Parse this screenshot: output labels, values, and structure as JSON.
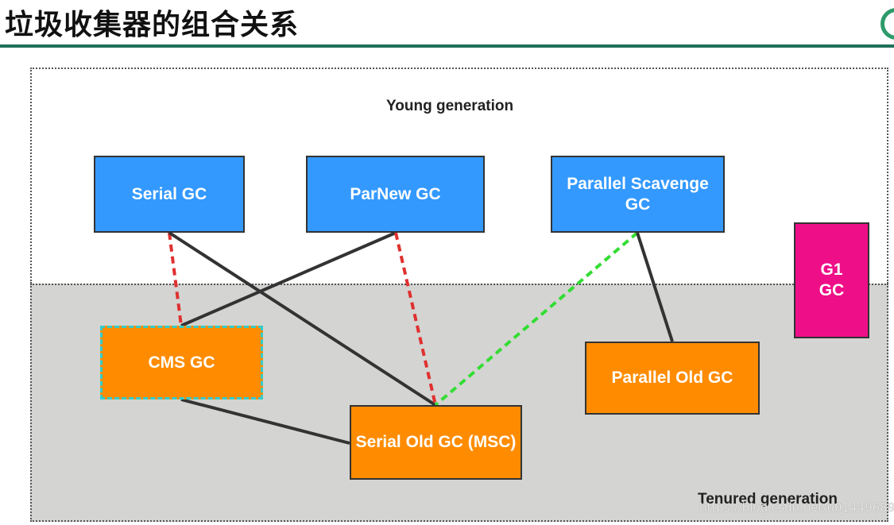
{
  "header": {
    "title": "垃圾收集器的组合关系"
  },
  "regions": {
    "young": "Young generation",
    "tenured": "Tenured generation"
  },
  "collectors": {
    "serial": "Serial GC",
    "parnew": "ParNew GC",
    "parallel_scavenge": "Parallel Scavenge GC",
    "cms": "CMS GC",
    "serial_old": "Serial Old GC (MSC)",
    "parallel_old": "Parallel Old GC",
    "g1": "G1 GC"
  },
  "colors": {
    "young_collector": "#3399ff",
    "old_collector": "#ff8c00",
    "g1": "#ee0f88",
    "solid_link": "#333333",
    "red_dashed_link": "#e03030",
    "green_dashed_link": "#33dd33"
  },
  "connections": [
    {
      "from": "serial",
      "to": "cms",
      "style": "red-dashed"
    },
    {
      "from": "serial",
      "to": "serial_old",
      "style": "solid"
    },
    {
      "from": "parnew",
      "to": "cms",
      "style": "solid"
    },
    {
      "from": "parnew",
      "to": "serial_old",
      "style": "red-dashed"
    },
    {
      "from": "parallel_scavenge",
      "to": "serial_old",
      "style": "green-dashed"
    },
    {
      "from": "parallel_scavenge",
      "to": "parallel_old",
      "style": "solid"
    },
    {
      "from": "cms",
      "to": "serial_old",
      "style": "solid"
    }
  ],
  "watermark": "https://blog.csdn.net/u014496893"
}
